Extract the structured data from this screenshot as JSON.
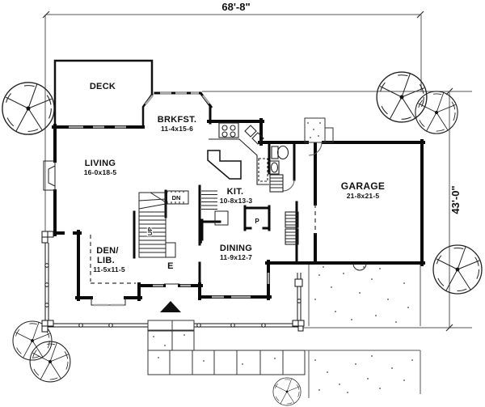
{
  "plan": {
    "dim_top": "68'-8\"",
    "dim_right": "43'-0\"",
    "rooms": {
      "deck": {
        "name": "DECK"
      },
      "brkfst": {
        "name": "BRKFST.",
        "size": "11-4x15-6"
      },
      "living": {
        "name": "LIVING",
        "size": "16-0x18-5"
      },
      "kit": {
        "name": "KIT.",
        "size": "10-8x13-3"
      },
      "garage": {
        "name": "GARAGE",
        "size": "21-8x21-5"
      },
      "den": {
        "line1": "DEN/",
        "line2": "LIB.",
        "size": "11-5x11-5"
      },
      "dining": {
        "name": "DINING",
        "size": "11-9x12-7"
      }
    },
    "labels": {
      "stairs_down": "DN",
      "stairs_up": "UP",
      "entry": "E",
      "pantry": "P"
    }
  }
}
